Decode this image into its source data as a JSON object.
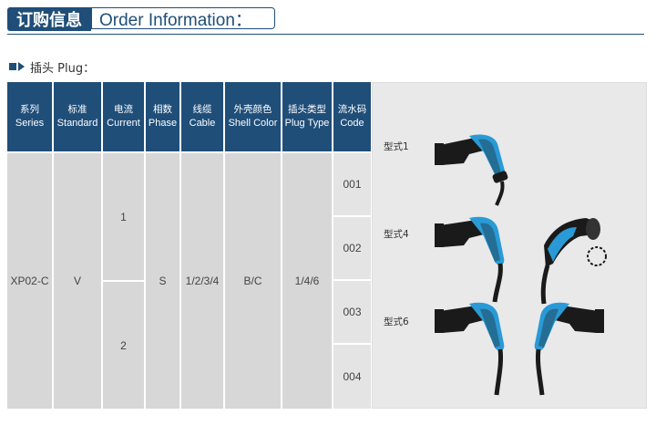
{
  "header": {
    "title_cn": "订购信息",
    "title_en": "Order Information："
  },
  "section": {
    "label": "插头 Plug：",
    "marker": "square-triangle-bullet"
  },
  "table": {
    "headers": [
      {
        "cn": "系列",
        "en": "Series"
      },
      {
        "cn": "标准",
        "en": "Standard"
      },
      {
        "cn": "电流",
        "en": "Current"
      },
      {
        "cn": "相数",
        "en": "Phase"
      },
      {
        "cn": "线缆",
        "en": "Cable"
      },
      {
        "cn": "外壳颜色",
        "en": "Shell Color"
      },
      {
        "cn": "插头类型",
        "en": "Plug Type"
      },
      {
        "cn": "流水码",
        "en": "Code"
      }
    ],
    "series": "XP02-C",
    "standard": "V",
    "currents": [
      "1",
      "2"
    ],
    "phase": "S",
    "cable": "1/2/3/4",
    "shell_color": "B/C",
    "plug_type": "1/4/6",
    "codes": [
      "001",
      "002",
      "003",
      "004"
    ]
  },
  "panel": {
    "labels": [
      "型式1",
      "型式4",
      "型式6"
    ]
  },
  "colors": {
    "header_blue": "#1f4e79",
    "cell_gray": "#d7d7d7",
    "plug_blue": "#2a9ad6",
    "plug_black": "#1a1a1a"
  }
}
